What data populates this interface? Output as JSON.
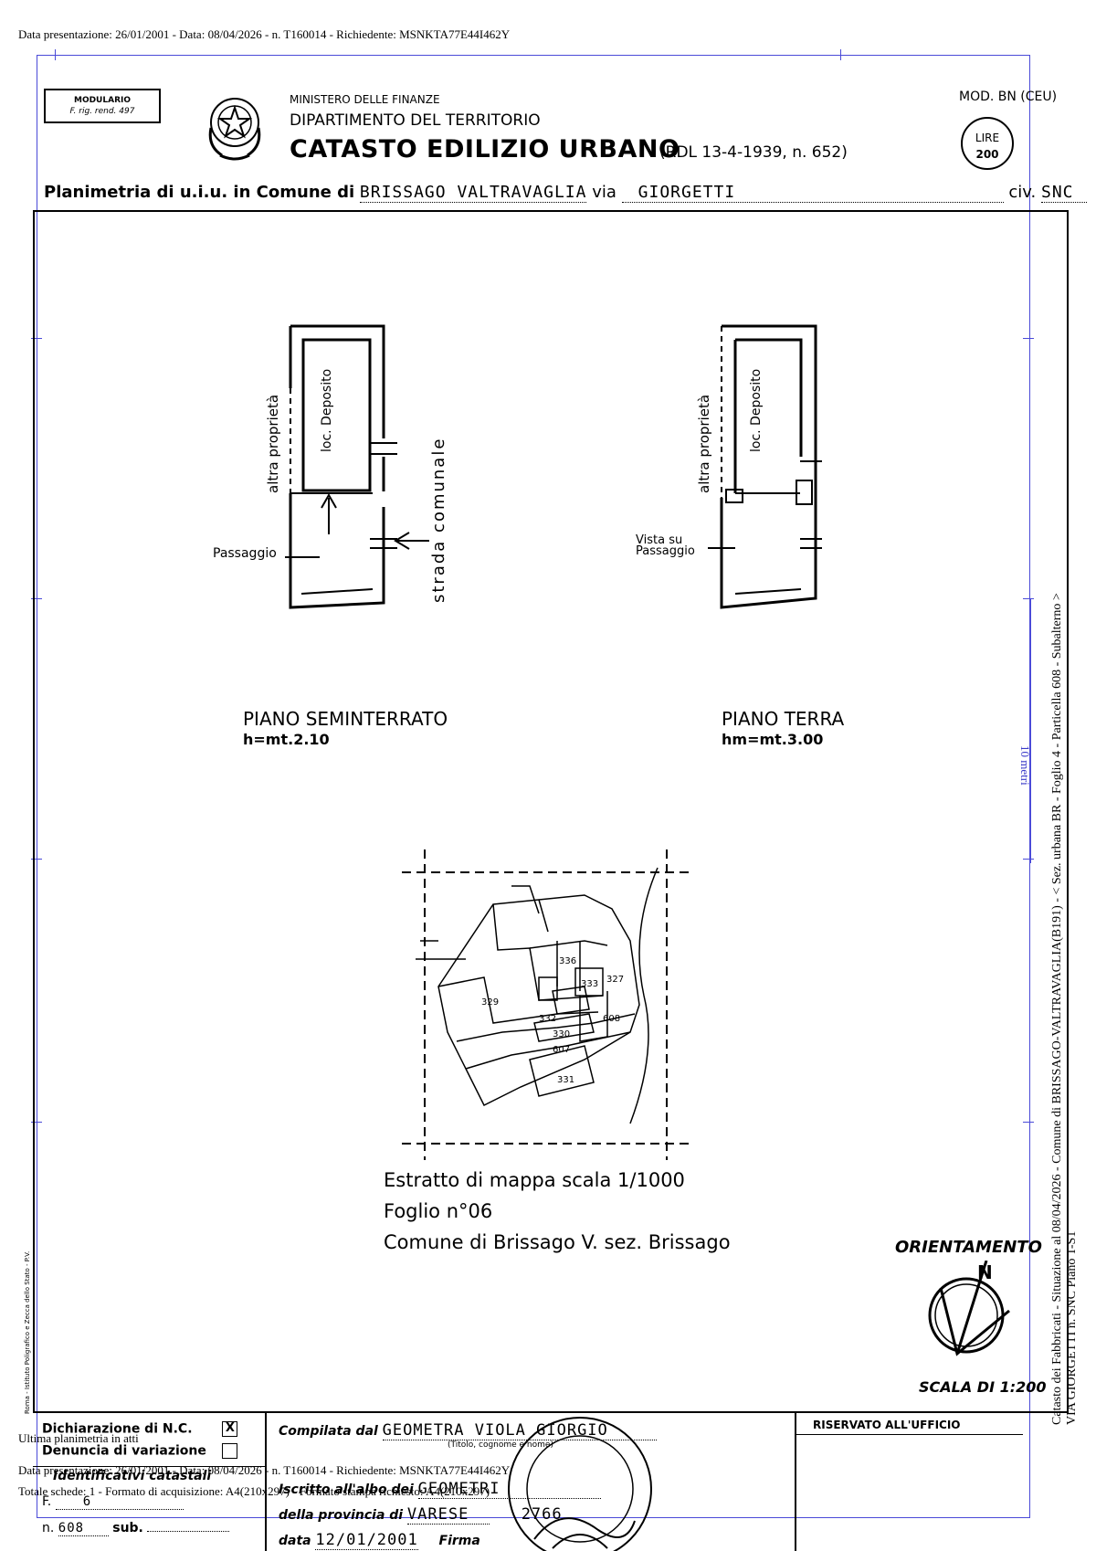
{
  "header_line": "Data presentazione: 26/01/2001 - Data: 08/04/2026 - n. T160014 - Richiedente: MSNKTA77E44I462Y",
  "form": {
    "modulario_title": "MODULARIO",
    "modulario_sub": "F. rig. rend. 497",
    "ministero": "MINISTERO DELLE FINANZE",
    "dipartimento": "DIPARTIMENTO DEL TERRITORIO",
    "catasto": "CATASTO EDILIZIO URBANO",
    "rdl": "(RDL 13-4-1939, n. 652)",
    "mod": "MOD. BN (CEU)",
    "lire_label": "LIRE",
    "lire_value": "200"
  },
  "planimetria": {
    "prefix": "Planimetria di u.i.u. in Comune di",
    "comune": "BRISSAGO VALTRAVAGLIA",
    "via_label": "via",
    "via": "GIORGETTI",
    "civ_label": "civ.",
    "civ": "SNC"
  },
  "floors": {
    "seminterrato": {
      "title": "PIANO SEMINTERRATO",
      "height": "h=mt.2.10",
      "room": "loc. Deposito",
      "neighbor": "altra proprietà",
      "road": "strada comunale",
      "passage": "Passaggio"
    },
    "terra": {
      "title": "PIANO TERRA",
      "height": "hm=mt.3.00",
      "room": "loc. Deposito",
      "neighbor": "altra proprietà",
      "passage": "Vista su Passaggio"
    }
  },
  "map": {
    "parcels": [
      "336",
      "333",
      "327",
      "329",
      "332",
      "330",
      "607",
      "608",
      "331"
    ],
    "caption": [
      "Estratto di mappa scala 1/1000",
      "Foglio n°06",
      "Comune di Brissago V. sez. Brissago"
    ]
  },
  "orientamento": "ORIENTAMENTO",
  "scala": "SCALA DI 1:200",
  "side_note": "Catasto dei Fabbricati - Situazione al 08/04/2026 - Comune di BRISSAGO-VALTRAVAGLIA(B191) - < Sez. urbana BR - Foglio 4 - Particella 608 - Subalterno >",
  "side_note2": "VIA GIORGETTI n. SNC Piano T-S1",
  "scale_bar": "10 metri",
  "footer": {
    "dichiarazione": "Dichiarazione di N.C.",
    "denuncia": "Denuncia di variazione",
    "check_mark": "X",
    "identificativi": "Identificativi catastali",
    "f_label": "F.",
    "f_value": "6",
    "n_label": "n.",
    "n_value": "608",
    "sub_label": "sub.",
    "compilata": "Compilata dal",
    "compilata_value": "GEOMETRA VIOLA GIORGIO",
    "titolo_hint": "(Titolo, cognome e nome)",
    "iscritto": "Iscritto all'albo dei",
    "iscritto_value": "GEOMETRI",
    "provincia": "della provincia di",
    "provincia_value": "VARESE",
    "provincia_num": "2766",
    "data_label": "data",
    "data_value": "12/01/2001",
    "firma": "Firma",
    "riservato": "RISERVATO ALL'UFFICIO",
    "ultima": "Ultima planimetria in atti",
    "overlay_line": "Data presentazione: 26/01/2001 - Data: 08/04/2026 - n. T160014 - Richiedente: MSNKTA77E44I462Y",
    "totale": "Totale schede: 1 - Formato di acquisizione: A4(210x297) - Formato stampa richiesto: A4(210x297)"
  },
  "tiny_side": "Roma - Istituto Poligrafico e Zecca dello Stato - P.V."
}
